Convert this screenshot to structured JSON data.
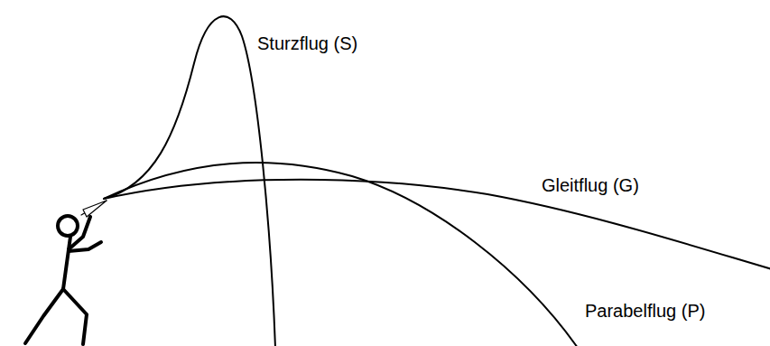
{
  "diagram": {
    "labels": [
      "Sturzflug (S)",
      "Gleitflug (G)",
      "Parabelflug (P)"
    ]
  }
}
